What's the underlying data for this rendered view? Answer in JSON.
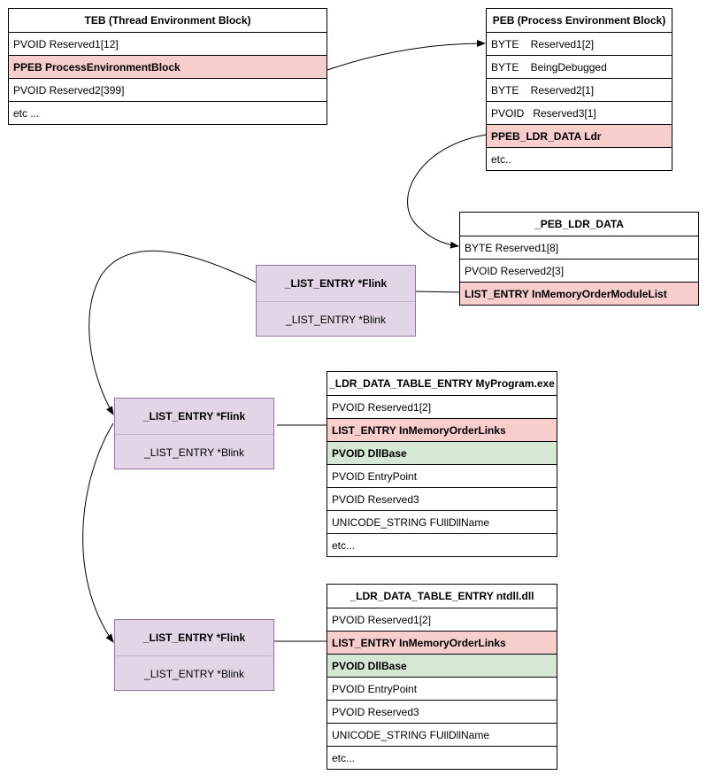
{
  "teb": {
    "title": "TEB (Thread Environment Block)",
    "rows": [
      "PVOID Reserved1[12]",
      "PPEB ProcessEnvironmentBlock",
      "PVOID Reserved2[399]",
      "etc ..."
    ]
  },
  "peb": {
    "title": "PEB (Process Environment Block)",
    "rows": [
      "BYTE    Reserved1[2]",
      "BYTE    BeingDebugged",
      "BYTE    Reserved2[1]",
      "PVOID   Reserved3[1]",
      "PPEB_LDR_DATA Ldr",
      "etc.."
    ]
  },
  "ldr_data": {
    "title": "_PEB_LDR_DATA",
    "rows": [
      "BYTE Reserved1[8]",
      "PVOID Reserved2[3]",
      "LIST_ENTRY InMemoryOrderModuleList"
    ]
  },
  "list_entry_1": {
    "flink": "_LIST_ENTRY *Flink",
    "blink": "_LIST_ENTRY *Blink"
  },
  "list_entry_2": {
    "flink": "_LIST_ENTRY *Flink",
    "blink": "_LIST_ENTRY *Blink"
  },
  "list_entry_3": {
    "flink": "_LIST_ENTRY *Flink",
    "blink": "_LIST_ENTRY *Blink"
  },
  "entry_myprogram": {
    "title": "_LDR_DATA_TABLE_ENTRY MyProgram.exe",
    "rows": [
      "PVOID Reserved1[2]",
      "LIST_ENTRY InMemoryOrderLinks",
      "PVOID DllBase",
      "PVOID EntryPoint",
      "PVOID Reserved3",
      "UNICODE_STRING FUllDllName",
      "etc..."
    ]
  },
  "entry_ntdll": {
    "title": "_LDR_DATA_TABLE_ENTRY ntdll.dll",
    "rows": [
      "PVOID Reserved1[2]",
      "LIST_ENTRY InMemoryOrderLinks",
      "PVOID DllBase",
      "PVOID EntryPoint",
      "PVOID Reserved3",
      "UNICODE_STRING FUllDllName",
      "etc..."
    ]
  },
  "colors": {
    "highlight_red": "#f8cecc",
    "highlight_green": "#d5e8d4",
    "list_entry_fill": "#e1d5e7",
    "list_entry_border": "#9673a6"
  }
}
